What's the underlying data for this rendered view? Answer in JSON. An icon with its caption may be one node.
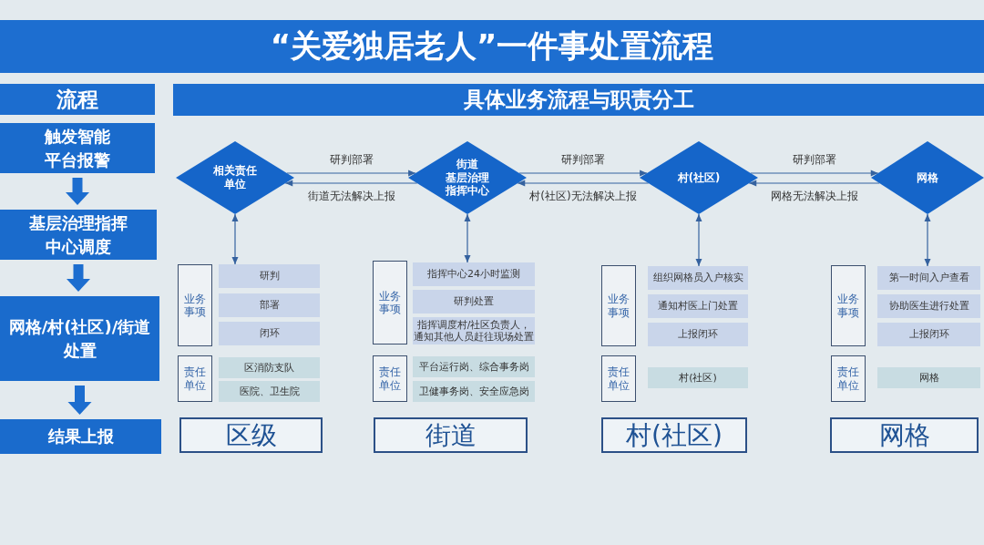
{
  "diagram": {
    "title": "“关爱独居老人”一件事处置流程",
    "nodes": [
      {
        "text": [
          "流程"
        ]
      },
      {
        "text": [
          "具体业务流程与职责分工"
        ]
      },
      {
        "text": [
          "触发智能平台报警"
        ]
      },
      {
        "text": [
          "基层治理指挥中心调度"
        ]
      },
      {
        "text": [
          "网格/村(社区)/街道处置"
        ]
      },
      {
        "text": [
          "结果上报"
        ]
      },
      {
        "text": [
          "相关责任单位"
        ]
      },
      {
        "text": [
          "街道",
          "基层治理指挥中心"
        ]
      },
      {
        "text": [
          "村(社区)"
        ]
      },
      {
        "text": [
          "网格"
        ]
      },
      {
        "text": [
          "业务事项"
        ]
      },
      {
        "text": [
          "研判"
        ]
      },
      {
        "text": [
          "部署"
        ]
      },
      {
        "text": [
          "闭环"
        ]
      },
      {
        "text": [
          "责任单位"
        ]
      },
      {
        "text": [
          "区消防支队"
        ]
      },
      {
        "text": [
          "医院、卫生院"
        ]
      },
      {
        "text": [
          "区级"
        ]
      },
      {
        "text": [
          "业务事项"
        ]
      },
      {
        "text": [
          "指挥中心24小时监测"
        ]
      },
      {
        "text": [
          "研判处置"
        ]
      },
      {
        "text": [
          "指挥调度村/社区负责人，通知其他人员赶往现场处置"
        ]
      },
      {
        "text": [
          "责任单位"
        ]
      },
      {
        "text": [
          "平台运行岗、综合事务岗"
        ]
      },
      {
        "text": [
          "卫健事务岗、安全应急岗"
        ]
      },
      {
        "text": [
          "街道"
        ]
      },
      {
        "text": [
          "业务事项"
        ]
      },
      {
        "text": [
          "组织网格员入户核实"
        ]
      },
      {
        "text": [
          "通知村医上门处置"
        ]
      },
      {
        "text": [
          "上报闭环"
        ]
      },
      {
        "text": [
          "责任单位"
        ]
      },
      {
        "text": [
          "村(社区)"
        ]
      },
      {
        "text": [
          "村(社区)"
        ]
      },
      {
        "text": [
          "业务事项"
        ]
      },
      {
        "text": [
          "第一时间入户查看"
        ]
      },
      {
        "text": [
          "协助医生进行处置"
        ]
      },
      {
        "text": [
          "上报闭环"
        ]
      },
      {
        "text": [
          "责任单位"
        ]
      },
      {
        "text": [
          "网格"
        ]
      },
      {
        "text": [
          "网格"
        ]
      }
    ],
    "edges": [
      {
        "from": 2,
        "to": 3,
        "arrow": "to",
        "style": "thick",
        "color": "#1c6dcf"
      },
      {
        "from": 3,
        "to": 4,
        "arrow": "to",
        "style": "thick",
        "color": "#1c6dcf"
      },
      {
        "from": 4,
        "to": 5,
        "arrow": "to",
        "style": "thick",
        "color": "#1c6dcf"
      },
      {
        "from": 6,
        "to": 7,
        "arrow": "to",
        "label": "研判部署"
      },
      {
        "from": 7,
        "to": 6,
        "arrow": "to",
        "label": "街道无法解决上报"
      },
      {
        "from": 7,
        "to": 8,
        "arrow": "to",
        "label": "研判部署"
      },
      {
        "from": 8,
        "to": 7,
        "arrow": "to",
        "label": "村(社区)无法解决上报"
      },
      {
        "from": 8,
        "to": 9,
        "arrow": "to",
        "label": "研判部署"
      },
      {
        "from": 9,
        "to": 8,
        "arrow": "to",
        "label": "网格无法解决上报"
      },
      {
        "from": 6,
        "to": 11,
        "arrow": "both"
      },
      {
        "from": 7,
        "to": 19,
        "arrow": "both"
      },
      {
        "from": 8,
        "to": 27,
        "arrow": "both"
      },
      {
        "from": 9,
        "to": 34,
        "arrow": "both"
      }
    ]
  }
}
